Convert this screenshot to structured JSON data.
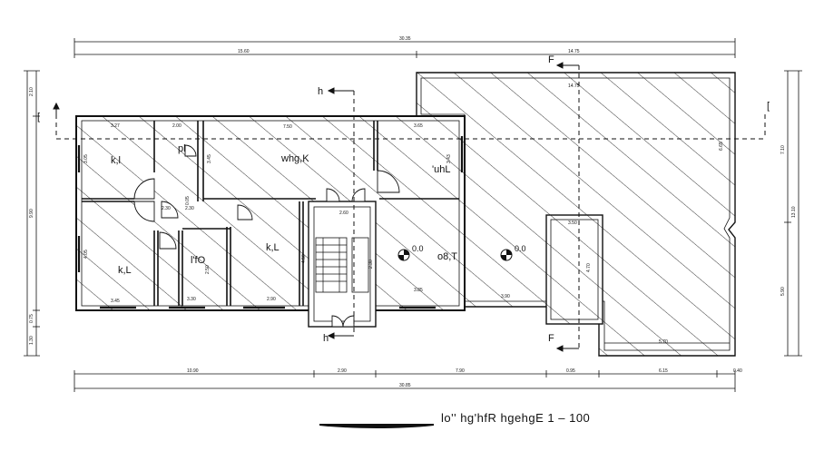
{
  "plan": {
    "title": "lo'' hg'hfR hgehgE 1   –   100",
    "rooms": [
      {
        "id": "r1",
        "label": "k,l"
      },
      {
        "id": "r2",
        "label": "pl"
      },
      {
        "id": "r3",
        "label": "whg,K"
      },
      {
        "id": "r4",
        "label": "'uhL"
      },
      {
        "id": "r5",
        "label": "k,L"
      },
      {
        "id": "r6",
        "label": "l'fO"
      },
      {
        "id": "r7",
        "label": "k,L"
      },
      {
        "id": "r8",
        "label": "o8,T"
      }
    ],
    "levels": [
      "0.0",
      "0.0"
    ],
    "section_marks": {
      "top_left": "[",
      "top_right": "[",
      "f_top": "F",
      "f_bottom": "F",
      "h_top": "h",
      "h_bottom": "h"
    },
    "dims_top": [
      "30.35",
      "15.60",
      "14.75",
      "14.75"
    ],
    "dims_bottom": [
      "10.90",
      "2.90",
      "7.90",
      "0.95",
      "6.15",
      "0.40",
      "30.85"
    ],
    "dims_left": [
      "2.10",
      "9.90",
      "0.75",
      "1.30"
    ],
    "dims_right": [
      "7.10",
      "13.10",
      "5.90"
    ],
    "dims_inner": [
      "3.27",
      "2.00",
      "7.50",
      "3.65",
      "3.05",
      "3.45",
      "3.43",
      "0.05",
      "2.60",
      "2.30",
      "4.05",
      "3.45",
      "3.30",
      "2.90",
      "4.50",
      "2.50",
      "2.30",
      "3.85",
      "3.90",
      "5.70",
      "4.70",
      "6.65",
      "3.50",
      "2.30"
    ]
  }
}
